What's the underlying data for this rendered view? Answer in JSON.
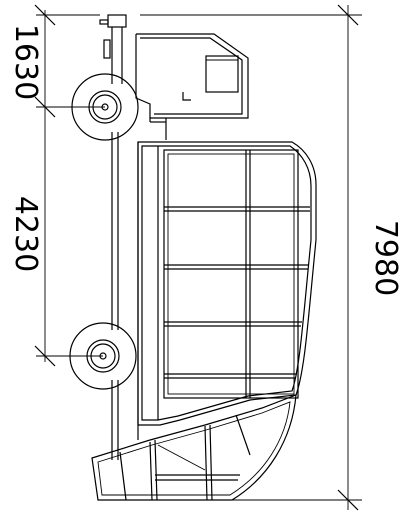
{
  "drawing": {
    "dimensions": {
      "front_overhang": "1630",
      "wheelbase": "4230",
      "overall_length": "7980"
    },
    "line_color": "#000000",
    "background_color": "#ffffff"
  }
}
